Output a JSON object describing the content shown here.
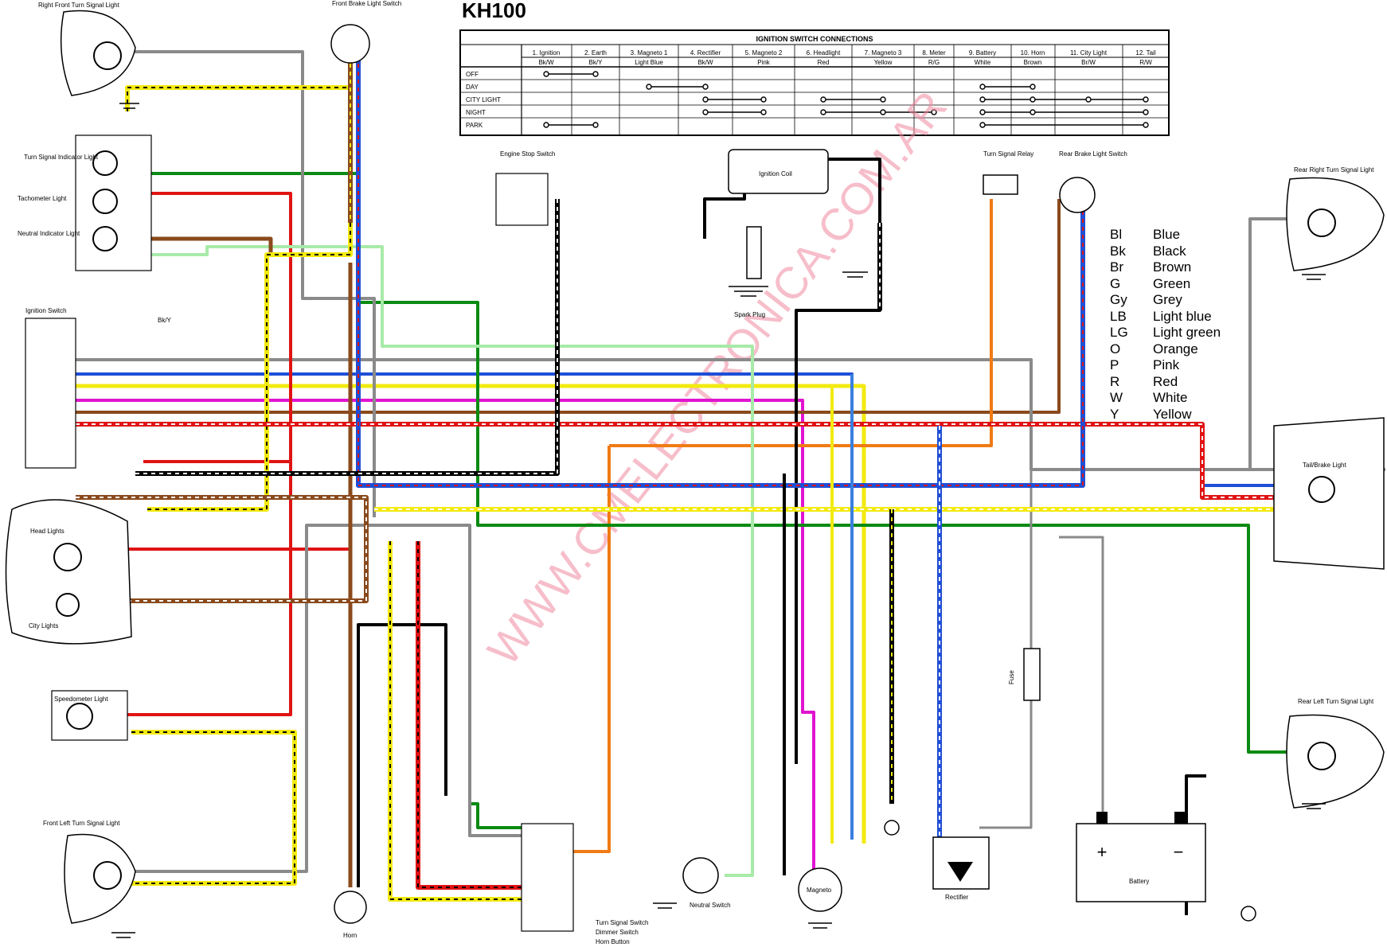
{
  "title": "KH100",
  "watermark": "WWW.CMELECTRONICA.COM.AR",
  "components": {
    "right_front_turn": "Right Front Turn Signal Light",
    "front_brake": "Front Brake Light Switch",
    "turn_indicator": "Turn Signal Indicator Light",
    "tachometer": "Tachometer Light",
    "neutral_indicator": "Neutral Indicator Light",
    "ignition_switch": "Ignition Switch",
    "head_lights": "Head Lights",
    "city_lights": "City Lights",
    "speedometer": "Speedometer Light",
    "front_left_turn": "Front Left Turn Signal Light",
    "horn": "Horn",
    "engine_stop": "Engine Stop Switch",
    "ignition_coil": "Ignition Coil",
    "spark_plug": "Spark Plug",
    "turn_relay": "Turn Signal Relay",
    "rear_brake": "Rear Brake Light Switch",
    "rear_right_turn": "Rear Right Turn Signal Light",
    "tail_brake": "Tail/Brake Light",
    "rear_left_turn": "Rear Left Turn Signal Light",
    "fuse": "Fuse",
    "battery": "Battery",
    "rectifier": "Rectifier",
    "magneto": "Magneto",
    "neutral_switch": "Neutral Switch",
    "bk_y_tag": "Bk/Y",
    "handlebar_legend": [
      "Turn Signal Switch",
      "Dimmer Switch",
      "Horn Button"
    ],
    "battery_plus": "+",
    "battery_minus": "−"
  },
  "ignition_table": {
    "title": "IGNITION SWITCH CONNECTIONS",
    "columns": [
      {
        "name": "1. Ignition",
        "color": "Bk/W"
      },
      {
        "name": "2. Earth",
        "color": "Bk/Y"
      },
      {
        "name": "3. Magneto 1",
        "color": "Light Blue"
      },
      {
        "name": "4. Rectifier",
        "color": "Bk/W"
      },
      {
        "name": "5. Magneto 2",
        "color": "Pink"
      },
      {
        "name": "6. Headlight",
        "color": "Red"
      },
      {
        "name": "7. Magneto 3",
        "color": "Yellow"
      },
      {
        "name": "8. Meter",
        "color": "R/G"
      },
      {
        "name": "9. Battery",
        "color": "White"
      },
      {
        "name": "10. Horn",
        "color": "Brown"
      },
      {
        "name": "11. City Light",
        "color": "Br/W"
      },
      {
        "name": "12. Tail",
        "color": "R/W"
      }
    ],
    "rows": [
      "OFF",
      "DAY",
      "CITY LIGHT",
      "NIGHT",
      "PARK"
    ]
  },
  "legend": [
    {
      "code": "Bl",
      "name": "Blue"
    },
    {
      "code": "Bk",
      "name": "Black"
    },
    {
      "code": "Br",
      "name": "Brown"
    },
    {
      "code": "G",
      "name": "Green"
    },
    {
      "code": "Gy",
      "name": "Grey"
    },
    {
      "code": "LB",
      "name": "Light blue"
    },
    {
      "code": "LG",
      "name": "Light green"
    },
    {
      "code": "O",
      "name": "Orange"
    },
    {
      "code": "P",
      "name": "Pink"
    },
    {
      "code": "R",
      "name": "Red"
    },
    {
      "code": "W",
      "name": "White"
    },
    {
      "code": "Y",
      "name": "Yellow"
    }
  ],
  "wire_colors": {
    "blue": "#1f4fd6",
    "black": "#000000",
    "brown": "#8a4a1c",
    "green": "#0a8a12",
    "grey": "#8a8a8a",
    "light_blue": "#3a7fe0",
    "light_green": "#a8eaa8",
    "orange": "#f07a14",
    "pink": "#e014d0",
    "red": "#e01414",
    "white": "#ffffff",
    "yellow": "#f2ea10"
  }
}
